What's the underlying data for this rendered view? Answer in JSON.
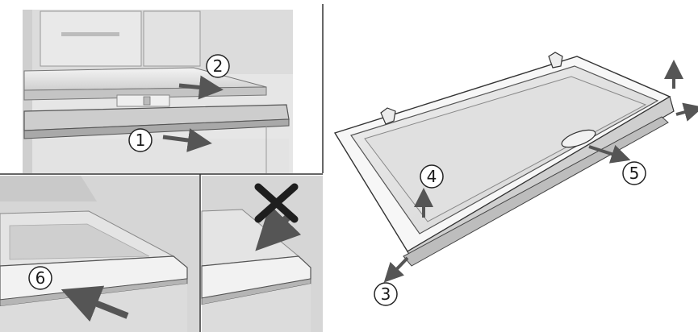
{
  "colors": {
    "background": "#ffffff",
    "panel_gray": "#d9d9d9",
    "panel_light": "#ededed",
    "line": "#2a2a2a",
    "arrow": "#555555",
    "cross": "#1e1e1e"
  },
  "steps": {
    "s1": "1",
    "s2": "2",
    "s3": "3",
    "s4": "4",
    "s5": "5",
    "s6": "6"
  },
  "icons": {
    "forbidden": "cross-icon"
  }
}
